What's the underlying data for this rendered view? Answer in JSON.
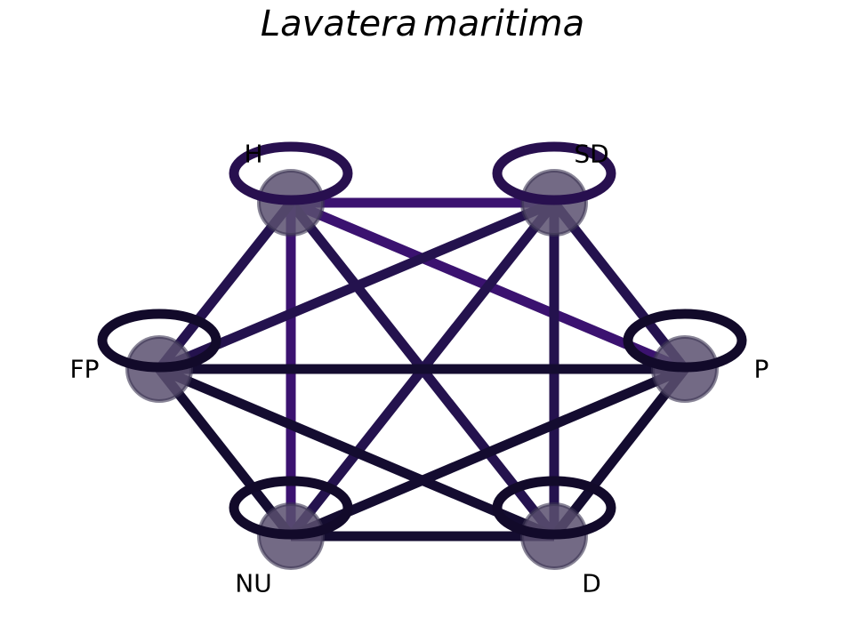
{
  "title": "Lavatera maritima",
  "colors": {
    "node_fill": "#5a5070",
    "node_stroke": "#3a3352",
    "edge_strong": "#3b1270",
    "edge_mid": "#24124e",
    "edge_dark": "#140c30",
    "loop_purple": "#28104f",
    "loop_dark": "#120a2a"
  },
  "nodes": [
    {
      "id": "H",
      "label": "H",
      "loop_color": "loop_purple"
    },
    {
      "id": "SD",
      "label": "SD",
      "loop_color": "loop_purple"
    },
    {
      "id": "FP",
      "label": "FP",
      "loop_color": "loop_dark"
    },
    {
      "id": "P",
      "label": "P",
      "loop_color": "loop_dark"
    },
    {
      "id": "NU",
      "label": "NU",
      "loop_color": "loop_dark"
    },
    {
      "id": "D",
      "label": "D",
      "loop_color": "loop_dark"
    }
  ],
  "edges": [
    {
      "source": "H",
      "target": "SD",
      "color": "edge_strong"
    },
    {
      "source": "H",
      "target": "P",
      "color": "edge_strong"
    },
    {
      "source": "H",
      "target": "D",
      "color": "edge_mid"
    },
    {
      "source": "H",
      "target": "NU",
      "color": "edge_strong"
    },
    {
      "source": "H",
      "target": "FP",
      "color": "edge_mid"
    },
    {
      "source": "SD",
      "target": "FP",
      "color": "edge_mid"
    },
    {
      "source": "SD",
      "target": "NU",
      "color": "edge_mid"
    },
    {
      "source": "SD",
      "target": "D",
      "color": "edge_mid"
    },
    {
      "source": "SD",
      "target": "P",
      "color": "edge_mid"
    },
    {
      "source": "FP",
      "target": "P",
      "color": "edge_dark"
    },
    {
      "source": "FP",
      "target": "NU",
      "color": "edge_dark"
    },
    {
      "source": "FP",
      "target": "D",
      "color": "edge_dark"
    },
    {
      "source": "NU",
      "target": "P",
      "color": "edge_dark"
    },
    {
      "source": "NU",
      "target": "D",
      "color": "edge_dark"
    },
    {
      "source": "D",
      "target": "P",
      "color": "edge_dark"
    }
  ]
}
